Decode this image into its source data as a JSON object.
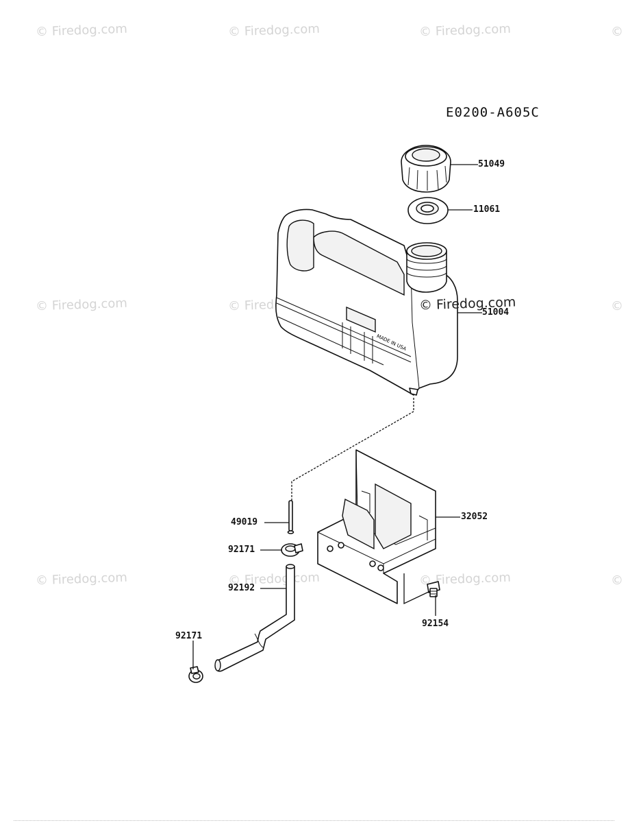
{
  "diagram_code": "E0200-A605C",
  "watermark_text": "© Firedog.com",
  "parts": [
    {
      "id": "cap",
      "number": "51049"
    },
    {
      "id": "strainer",
      "number": "11061"
    },
    {
      "id": "tank",
      "number": "51004"
    },
    {
      "id": "tank-text",
      "number": ""
    },
    {
      "id": "bracket",
      "number": "32052"
    },
    {
      "id": "pin",
      "number": "49019"
    },
    {
      "id": "clamp-upper",
      "number": "92171"
    },
    {
      "id": "hose",
      "number": "92192"
    },
    {
      "id": "clamp-lower",
      "number": "92171"
    },
    {
      "id": "bolt",
      "number": "92154"
    }
  ],
  "tank_embossing": [
    "MADE IN USA"
  ]
}
